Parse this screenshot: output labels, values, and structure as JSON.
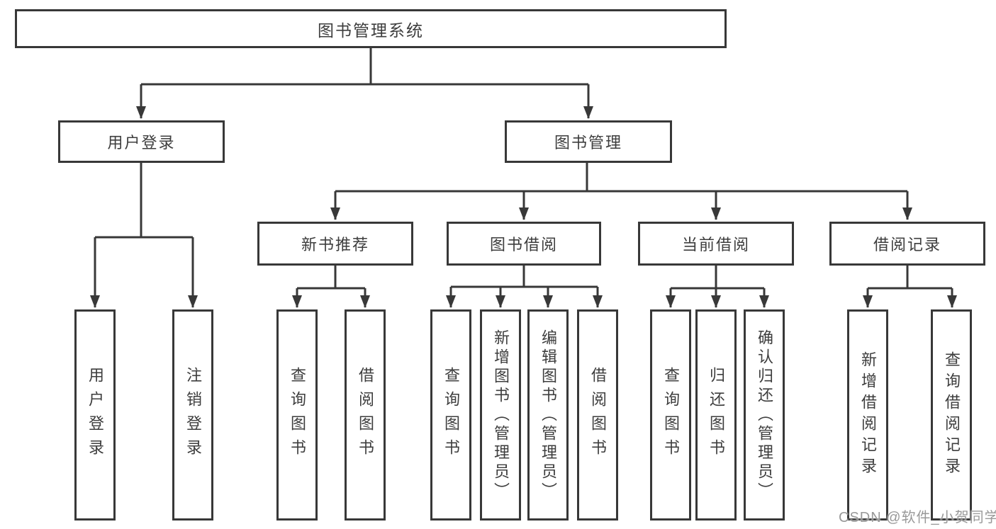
{
  "diagram": {
    "root": {
      "label": "图书管理系统"
    },
    "branches": [
      {
        "label": "用户登录",
        "children": [
          {
            "label": "用户登录"
          },
          {
            "label": "注销登录"
          }
        ]
      },
      {
        "label": "图书管理",
        "children": [
          {
            "label": "新书推荐",
            "children": [
              {
                "label": "查询图书"
              },
              {
                "label": "借阅图书"
              }
            ]
          },
          {
            "label": "图书借阅",
            "children": [
              {
                "label": "查询图书"
              },
              {
                "label": "新增图书（管理员）"
              },
              {
                "label": "编辑图书（管理员）"
              },
              {
                "label": "借阅图书"
              }
            ]
          },
          {
            "label": "当前借阅",
            "children": [
              {
                "label": "查询图书"
              },
              {
                "label": "归还图书"
              },
              {
                "label": "确认归还（管理员）"
              }
            ]
          },
          {
            "label": "借阅记录",
            "children": [
              {
                "label": "新增借阅记录"
              },
              {
                "label": "查询借阅记录"
              }
            ]
          }
        ]
      }
    ]
  },
  "watermark": {
    "text": "CSDN @软件_小贺同学"
  },
  "colors": {
    "line": "#383838",
    "text": "#3d3d3d",
    "background": "#ffffff",
    "watermark": "#949494"
  }
}
